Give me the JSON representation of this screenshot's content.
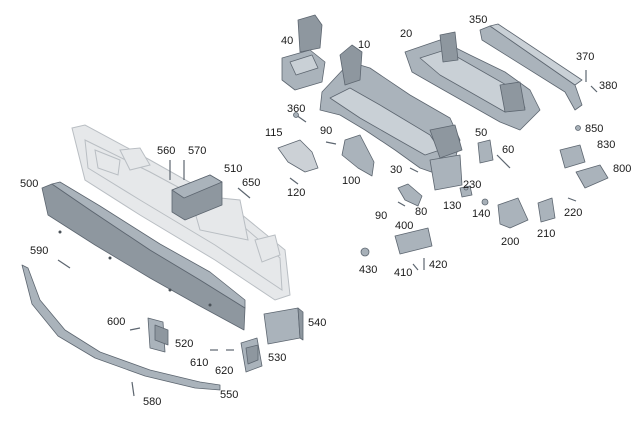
{
  "diagram": {
    "labels": {
      "p10": "10",
      "p20": "20",
      "p30": "30",
      "p40": "40",
      "p50": "50",
      "p60": "60",
      "p80": "80",
      "p90a": "90",
      "p90b": "90",
      "p100": "100",
      "p115": "115",
      "p120": "120",
      "p130": "130",
      "p140": "140",
      "p200": "200",
      "p210": "210",
      "p220": "220",
      "p230": "230",
      "p350": "350",
      "p360": "360",
      "p370": "370",
      "p380": "380",
      "p400": "400",
      "p410": "410",
      "p420": "420",
      "p430": "430",
      "p500": "500",
      "p510": "510",
      "p520": "520",
      "p530": "530",
      "p540": "540",
      "p550": "550",
      "p560": "560",
      "p570": "570",
      "p580": "580",
      "p590": "590",
      "p600": "600",
      "p610": "610",
      "p620": "620",
      "p650": "650",
      "p800": "800",
      "p830": "830",
      "p850": "850"
    }
  }
}
